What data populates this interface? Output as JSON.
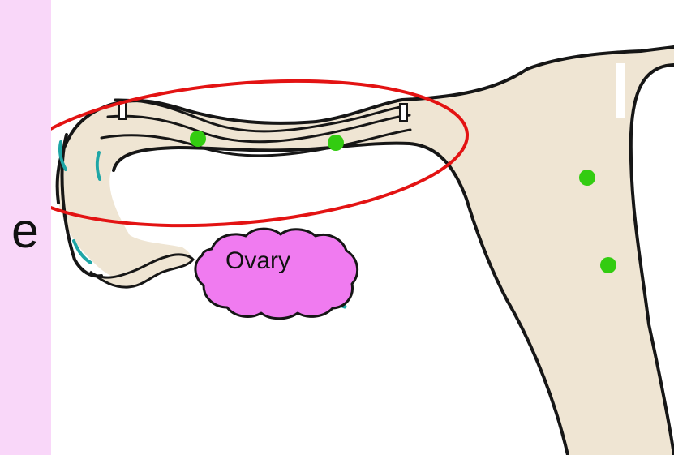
{
  "left_text_fragment": "e",
  "labels": {
    "ovary": "Ovary"
  },
  "colors": {
    "side_panel": "#f9d7f9",
    "tissue_fill": "#efe5d3",
    "outline": "#161616",
    "highlight_ellipse": "#e31313",
    "ovary_fill": "#f07bf0",
    "markers": "#33cc11",
    "teal_accents": "#1ea6a6"
  },
  "markers": {
    "count": 4
  }
}
